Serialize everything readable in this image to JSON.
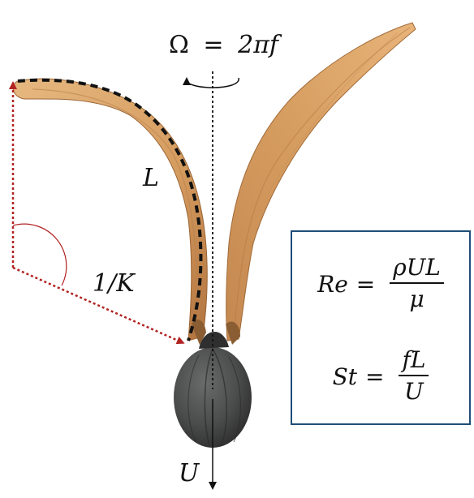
{
  "labels": {
    "omega_lhs": "Ω",
    "omega_eq": "=",
    "omega_rhs": "2πf",
    "length": "L",
    "inverse_k": "1/K",
    "velocity": "U"
  },
  "formulas": {
    "reynolds": {
      "lhs": "Re",
      "eq": "=",
      "numerator": "ρUL",
      "denominator": "μ"
    },
    "strouhal": {
      "lhs": "St",
      "eq": "=",
      "numerator": "fL",
      "denominator": "U"
    }
  },
  "colors": {
    "seed_wing": "#d9a36a",
    "seed_wing_dark": "#a8703f",
    "seed_pod": "#4d4e4e",
    "arrow_red": "#b22222",
    "box_border": "#1f4d78",
    "dash_black": "#111111"
  }
}
